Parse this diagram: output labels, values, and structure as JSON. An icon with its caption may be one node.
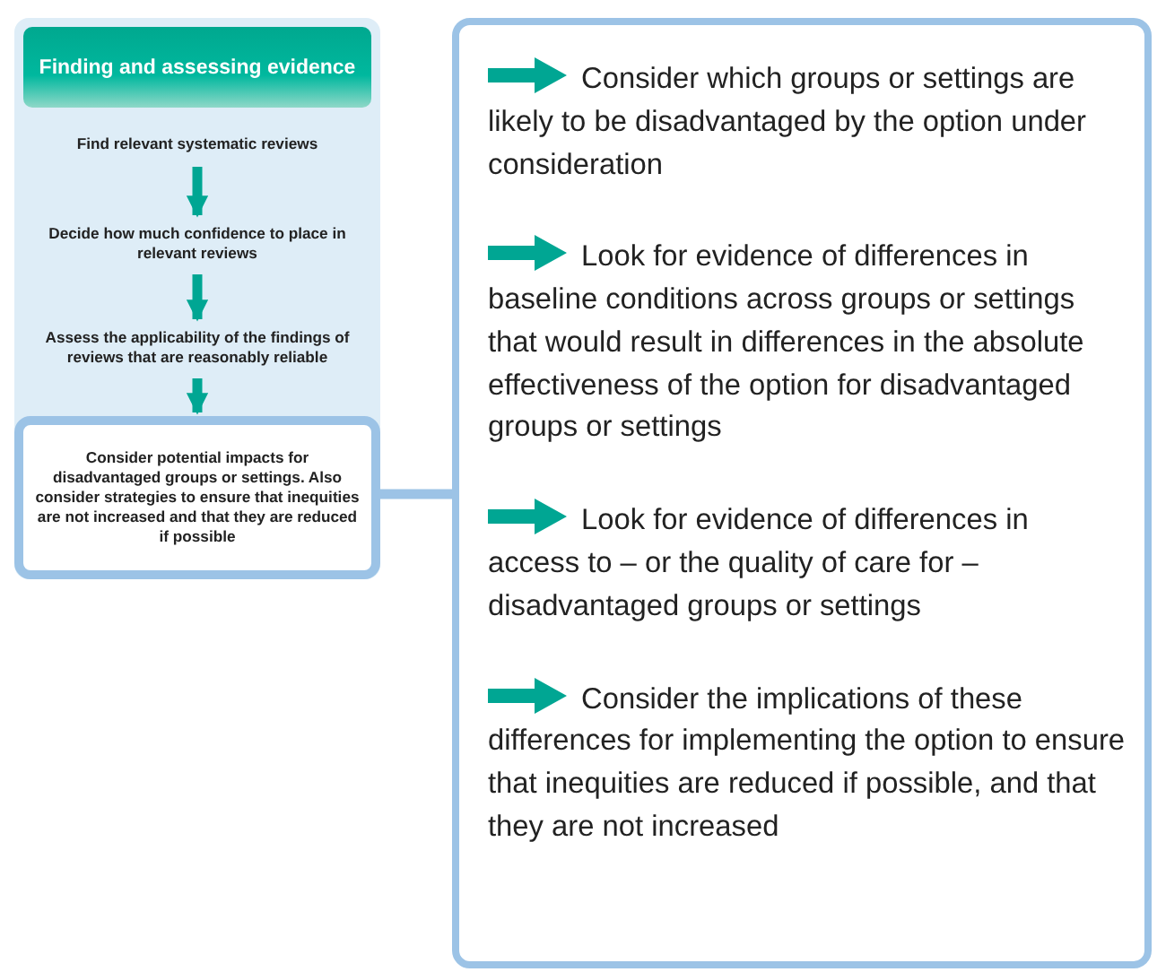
{
  "diagram": {
    "nodes": [
      {
        "text": [],
        "shape": "box"
      },
      {
        "text": [
          "Finding and assessing evidence"
        ],
        "in": 0
      },
      {
        "text": [
          "Find relevant systematic reviews"
        ],
        "in": 0
      },
      {
        "text": [
          "Decide how much confidence to place in relevant reviews"
        ],
        "in": 0
      },
      {
        "text": [
          "Assess the applicability of the findings of reviews that are reasonably reliable"
        ],
        "in": 0
      },
      {
        "text": [
          "Consider potential impacts for disadvantaged groups or settings. Also consider strategies to ensure that inequities are not increased and that they are reduced if possible"
        ],
        "in": 0
      },
      {
        "text": [
          "Consider which groups or settings are likely to be disadvantaged by the option under consideration",
          "Look for evidence of differences in baseline conditions across groups or settings that would result in differences in the absolute effectiveness of the option for disadvantaged groups or settings",
          "Look for evidence of differences in access to – or the quality of care for – disadvantaged groups or settings",
          "Consider the implications of these differences for implementing the option to ensure that inequities are reduced if possible, and that they are not increased"
        ]
      }
    ],
    "edges": [
      {
        "from": 2,
        "to": 3,
        "arrow": "to"
      },
      {
        "from": 3,
        "to": 4,
        "arrow": "to"
      },
      {
        "from": 4,
        "to": 5,
        "arrow": "to"
      },
      {
        "from": 5,
        "to": 6,
        "arrow": "none",
        "color": "#9cc3e6"
      }
    ]
  }
}
